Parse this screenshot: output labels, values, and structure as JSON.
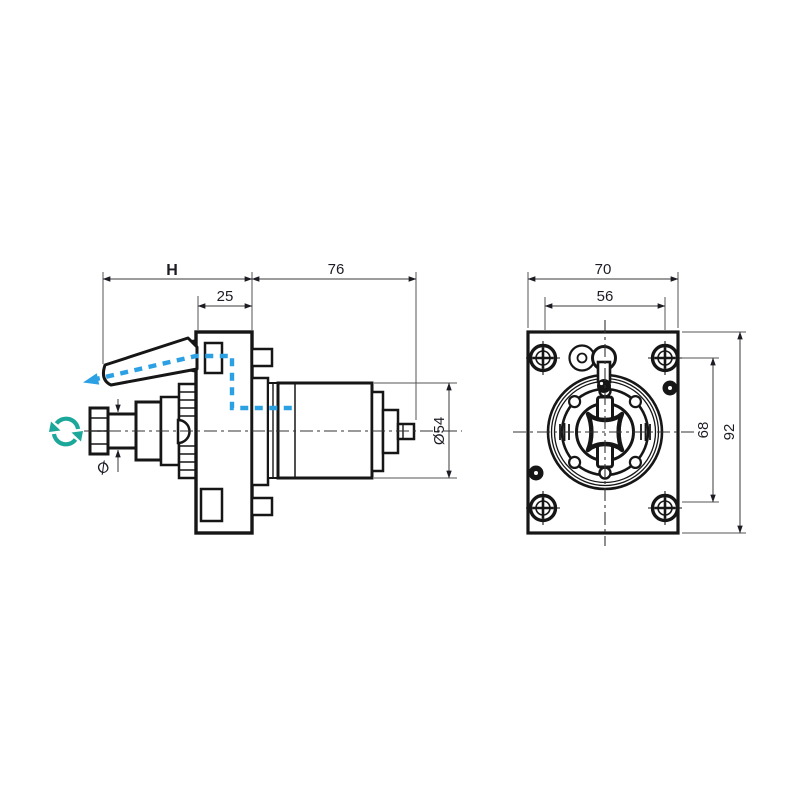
{
  "page": {
    "background": "#ffffff"
  },
  "drawing": {
    "type": "technical-drawing",
    "description": "Driven tool holder with clamping lever - side view and front view",
    "line_color": "#161616",
    "dim_color": "#1c1c24",
    "accent_blue": "#2BA1E4",
    "accent_teal": "#1BA79A"
  },
  "side_view": {
    "name": "side-view",
    "dims": {
      "h": "H",
      "d25": "25",
      "d76": "76",
      "d54": "Ø54",
      "dia": "Ø"
    },
    "annotations": {
      "rotation_arrow": "spindle-rotation-arrow",
      "swing_path": "lever-swing-path"
    }
  },
  "front_view": {
    "name": "front-view",
    "dims": {
      "d70": "70",
      "d56": "56",
      "d68": "68",
      "d92": "92"
    }
  }
}
